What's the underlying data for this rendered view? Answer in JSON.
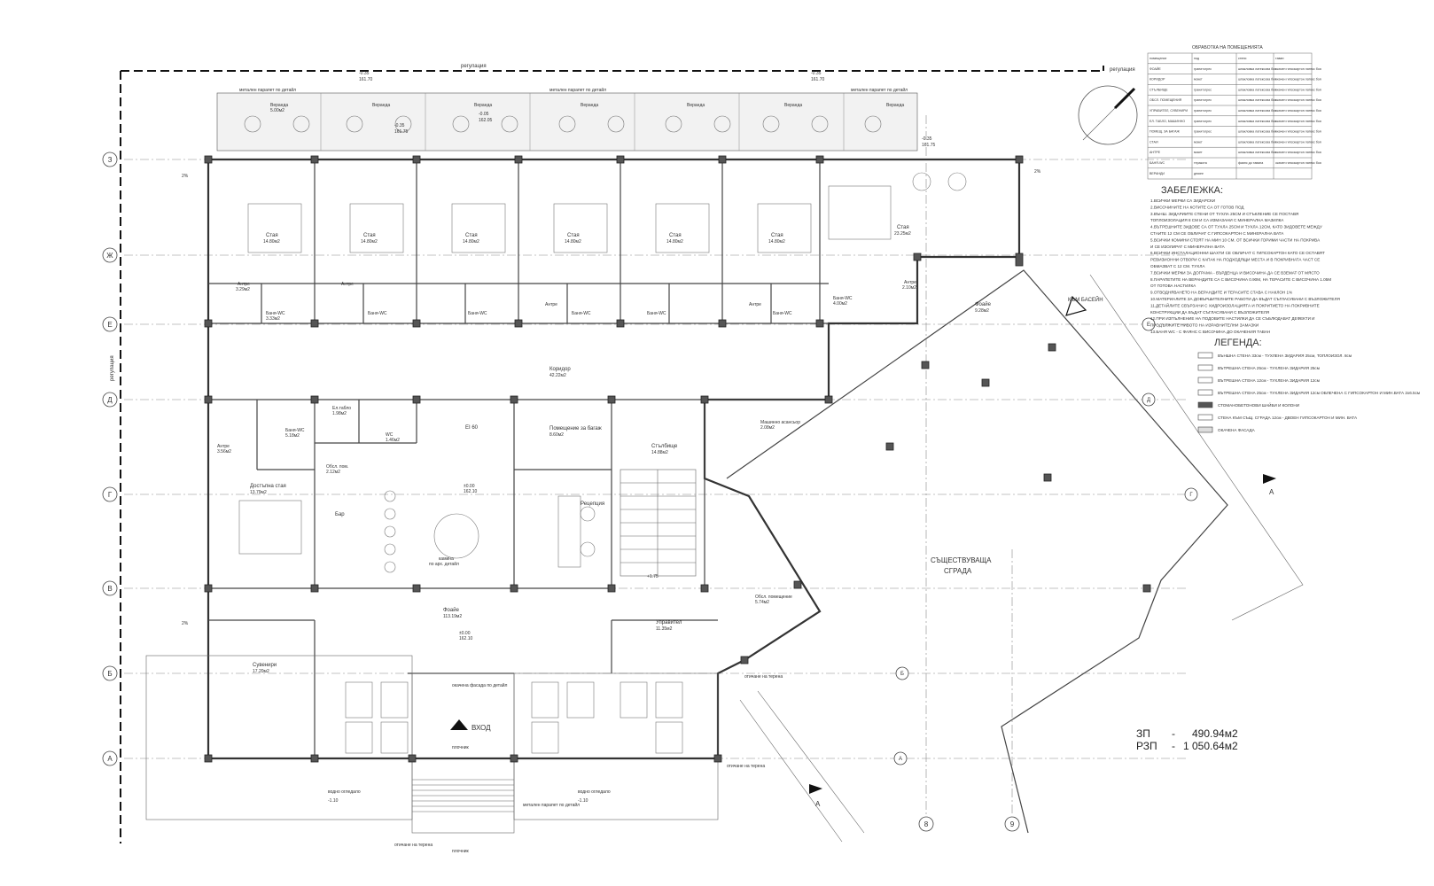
{
  "drawing": {
    "boundary_label_left": "регулация",
    "boundary_label_right": "регулация",
    "boundary_label_side": "регулация",
    "finish_table": {
      "title": "ОБРАБОТКА НА ПОМЕЩЕНИЯТА",
      "headers": [
        "помещение",
        "под",
        "стени",
        "таван"
      ],
      "rows": [
        [
          "ФОАЙЕ",
          "гранитогрес",
          "шпакловка латексова боя",
          "окачен гипсокартон латекс боя"
        ],
        [
          "КОРИДОР",
          "мокет",
          "шпакловка латексова боя",
          "окачен гипсокартон латекс боя"
        ],
        [
          "СТЪЛБИЩЕ",
          "гранитогрес",
          "шпакловка латексова боя",
          "окачен гипсокартон латекс боя"
        ],
        [
          "ОБСЛ. ПОМЕЩЕНИЯ",
          "гранитогрес",
          "шпакловка латексова боя",
          "окачен гипсокартон латекс боя"
        ],
        [
          "УПРАВИТЕЛ, СУВЕНИРИ",
          "гранитогрес",
          "шпакловка латексова боя",
          "окачен гипсокартон латекс боя"
        ],
        [
          "ЕЛ. ТАБЛО, МАШИННО",
          "гранитогрес",
          "шпакловка латексова боя",
          "окачен гипсокартон латекс боя"
        ],
        [
          "ПОМЕЩ. ЗА БАГАЖ",
          "гранитогрес",
          "шпакловка латексова боя",
          "окачен гипсокартон латекс боя"
        ],
        [
          "СТАИ",
          "мокет",
          "шпакловка латексова боя",
          "окачен гипсокартон латекс боя"
        ],
        [
          "АНТРЕ",
          "мокет",
          "шпакловка латексова боя",
          "окачен гипсокартон латекс боя"
        ],
        [
          "БАНЯ-WC",
          "теракота",
          "фаянс до тавана",
          "окачен гипсокартон латекс боя"
        ],
        [
          "ВЕРАНДИ",
          "декинг",
          "",
          ""
        ]
      ]
    },
    "notes": {
      "title": "ЗАБЕЛЕЖКА:",
      "lines": [
        "1.ВСИЧКИ МЕРКИ СА ЗИДАРСКИ",
        "2.ВИСОЧИНИТЕ НА КОТИТЕ СА ОТ ГОТОВ ПОД",
        "3.ВЪНШ. ЗИДАРИИТЕ СТЕНИ ОТ ТУХЛА 25СМ И СТЪКЛЕНИЕ СЕ ПОСТАВЯ",
        "ТОПЛОИЗОЛАЦИЯ 8 СМ И СА ИЗМАЗАНИ С МИНЕРАЛНА МАЗИЛКА",
        "4.ВЪТРЕШНИТЕ ЗИДОВЕ СА ОТ ТУХЛА 25СМ И ТУХЛА 12СМ, КАТО ЗИДОВЕТЕ МЕЖДУ",
        "СТАИТЕ 12 СМ СЕ ОБЛИЧАТ С ГИПСОКАРТОН С МИНЕРАЛНА ВАТА",
        "5.ВСИЧКИ КОМИНИ СТОЯТ НА МИН 10 СМ. ОТ ВСИЧКИ ГОРИМИ ЧАСТИ НА ПОКРИВА",
        "И СЕ ИЗОЛИРАТ С МИНЕРАЛНА ВАТА",
        "6.ВСИЧКИ ИНСТАЛАЦИОННИ ШАХТИ СЕ ОБЛИЧАТ С ГИПСОКАРТОН КАТО СЕ ОСТАВЯТ",
        "РЕВИЗИОННИ ОТВОРИ С КАПАК НА ПОДХОДЯЩИ МЕСТА И В ПОКРИВНАТА ЧАСТ СЕ",
        "ОБМАЗВАТ С 12 СМ. ТУХЛА",
        "7.ВСИЧКИ МЕРКИ ЗА ДОГРАМА - ВЪРДЕНЦА И ВИСОЧИНА ДА СЕ ВЗЕМАТ ОТ МЯСТО",
        "8.ПАРАПЕТИТЕ НА ВЕРАНДИТЕ СА С ВИСОЧИНА 0.90М, НА ТЕРАСИТЕ С ВИСОЧИНА 1.05М",
        "ОТ ГОТОВА НАСТИЛКА",
        "9.ОТВОДНЯВАНЕТО НА ВЕРАНДИТЕ И ТЕРАСИТЕ СТАВА С НАКЛОН 1%",
        "10.МАТЕРИАЛИТЕ ЗА ДОВЪРШИТЕЛНИТЕ РАБОТИ ДА БЪДАТ СЪГЛАСУВАНИ С ВЪЗЛОЖИТЕЛЯ",
        "11.ДЕТАЙЛИТЕ СВЪРЗАНИ С ХИДРОИЗОЛАЦИЯТА И ПОКРИТИЕТО НА ПОКРИВНИТЕ",
        "КОНСТРУКЦИИ ДА БЪДАТ СЪГЛАСУВАНИ С ВЪЗЛОЖИТЕЛЯ",
        "12.ПРИ ИЗПЪЛНЕНИЕ НА ПОДОВИТЕ НАСТИЛКИ ДА СЕ СЪБЛЮДАВАТ ДЕФЕКТИ И",
        "ПРОДЪЛЖИТЕ НИВОТО НА ИЗРАВНИТЕЛНИ ЗАМАЗКИ",
        "13.БАНЯ WC - С ФАЯНС С ВИСОЧИНА ДО ОКАЧЕНИЯ ТАВАН"
      ]
    },
    "legend": {
      "title": "ЛЕГЕНДА:",
      "items": [
        "ВЪНШНА СТЕНА 33см - ТУХЛЕНА ЗИДАРИЯ 25см, ТОПЛОИЗОЛ. 8см",
        "ВЪТРЕШНА СТЕНА 25см - ТУХЛЕНА ЗИДАРИЯ 25см",
        "ВЪТРЕШНА СТЕНА 12см - ТУХЛЕНА ЗИДАРИЯ 12см",
        "ВЪТРЕШНА СТЕНА 25см - ТУХЛЕНА ЗИДАРИЯ 12см ОБЛЕЧЕНА С ГИПСОКАРТОН И МИН.ВАТА 2х6.5см",
        "СТОМАНОБЕТОНОВИ ШАЙБИ И КОЛОНИ",
        "СТЕНА КЪМ СЪЩ. СГРАДА 12см - ДВОЕН ГИПСОКАРТОН И МИН. ВАТА",
        "ОКАЧЕНА ФАСАДА"
      ]
    },
    "area": {
      "zp_label": "ЗП",
      "zp_value": "490.94м2",
      "rzp_label": "РЗП",
      "rzp_value": "1 050.64м2",
      "dash": "-"
    },
    "grid_rows": [
      "З",
      "Ж",
      "Е",
      "Д",
      "Г",
      "В",
      "Б",
      "А"
    ],
    "grid_cols": [
      "8",
      "9"
    ],
    "section_mark": "А",
    "pool_label": "КЪМ БАСЕЙН",
    "entrance_label": "ВХОД",
    "existing_building": {
      "line1": "СЪЩЕСТВУВАЩА",
      "line2": "СГРАДА"
    },
    "rooms": [
      {
        "name": "Веранда",
        "area": "5.00м2"
      },
      {
        "name": "Стая",
        "area": "14.80м2"
      },
      {
        "name": "Стая",
        "area": "23.25м2"
      },
      {
        "name": "Антре",
        "area": "3.29м2"
      },
      {
        "name": "Баня-WC",
        "area": "3.33м2"
      },
      {
        "name": "Баня-WC",
        "area": "4.00м2"
      },
      {
        "name": "Антре",
        "area": "2.10м2"
      },
      {
        "name": "Фоайе",
        "area": "9.28м2"
      },
      {
        "name": "Коридор",
        "area": "42.22м2"
      },
      {
        "name": "Ел.табло",
        "area": "1.98м2"
      },
      {
        "name": "Баня-WC",
        "area": "5.18м2"
      },
      {
        "name": "WC",
        "area": "1.46м2"
      },
      {
        "name": "Антре",
        "area": "3.56м2"
      },
      {
        "name": "Обсл. пом.",
        "area": "2.12м2"
      },
      {
        "name": "Достъпна стая",
        "area": "13.79м2"
      },
      {
        "name": "Бар",
        "area": ""
      },
      {
        "name": "EI 60",
        "area": ""
      },
      {
        "name": "Помещение за багаж",
        "area": "8.60м2"
      },
      {
        "name": "Рецепция",
        "area": ""
      },
      {
        "name": "Стълбище",
        "area": "14.88м2"
      },
      {
        "name": "Машинно асансьор",
        "area": "2.08м2"
      },
      {
        "name": "Обсл. помещение",
        "area": "5.74м2"
      },
      {
        "name": "Фоайе",
        "area": "113.19м2"
      },
      {
        "name": "Управител",
        "area": "11.35м2"
      },
      {
        "name": "Сувенири",
        "area": "17.20м2"
      }
    ],
    "fireplace": {
      "line1": "камина",
      "line2": "по арх. детайл"
    },
    "glazed_facade": "окачена фасада по детайл",
    "plate_label": "плочник",
    "levels": {
      "ground": "±0.00",
      "ground_abs": "162.10",
      "veranda": "-0.35",
      "veranda_abs": "161.75",
      "top": "-0.35",
      "top_abs": "161.70",
      "water": "-1.10",
      "stair": "+1.75",
      "mid": "-0.05",
      "mid_abs": "162.05"
    },
    "parapet_note": "метален парапет по детайл",
    "water_note": "водно огледало",
    "drain_note": "отичане на терена",
    "slope": "2%"
  }
}
